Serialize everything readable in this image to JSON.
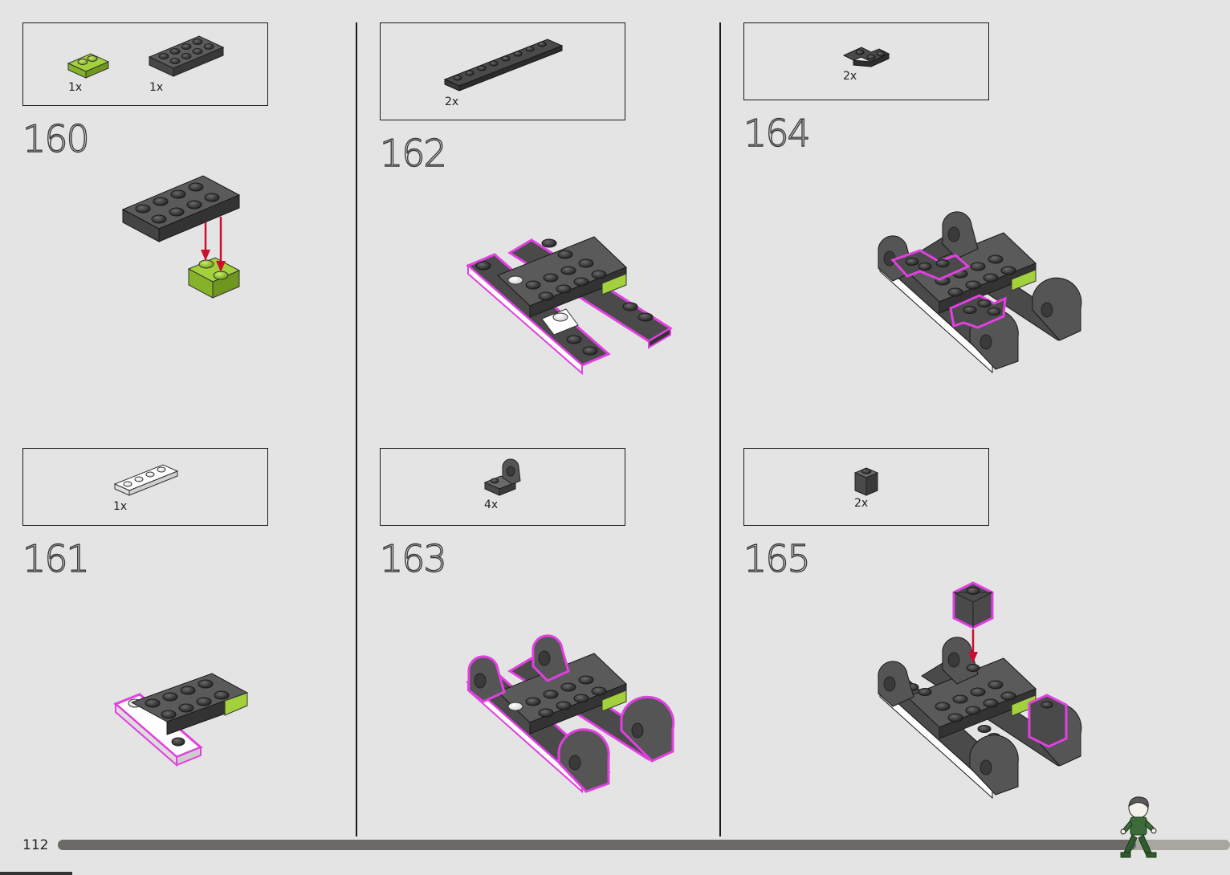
{
  "page": {
    "number": "112",
    "progress_fraction": 0.92
  },
  "steps": [
    {
      "number": "160",
      "parts": [
        {
          "qty": "1x",
          "color": "#a3d13b"
        },
        {
          "qty": "1x",
          "color": "#5d5d5d"
        }
      ]
    },
    {
      "number": "161",
      "parts": [
        {
          "qty": "1x",
          "color": "#ffffff"
        }
      ]
    },
    {
      "number": "162",
      "parts": [
        {
          "qty": "2x",
          "color": "#3c3c3c"
        }
      ]
    },
    {
      "number": "163",
      "parts": [
        {
          "qty": "4x",
          "color": "#5d5d5d"
        }
      ]
    },
    {
      "number": "164",
      "parts": [
        {
          "qty": "2x",
          "color": "#3c3c3c"
        }
      ]
    },
    {
      "number": "165",
      "parts": [
        {
          "qty": "2x",
          "color": "#5d5d5d"
        }
      ]
    }
  ],
  "colors": {
    "highlight": "#e040e0",
    "arrow": "#c8102e",
    "lime": "#a3d13b",
    "dark": "#3c3c3c",
    "white": "#ffffff"
  },
  "icons": {
    "mascot": "walking-figure-icon"
  }
}
